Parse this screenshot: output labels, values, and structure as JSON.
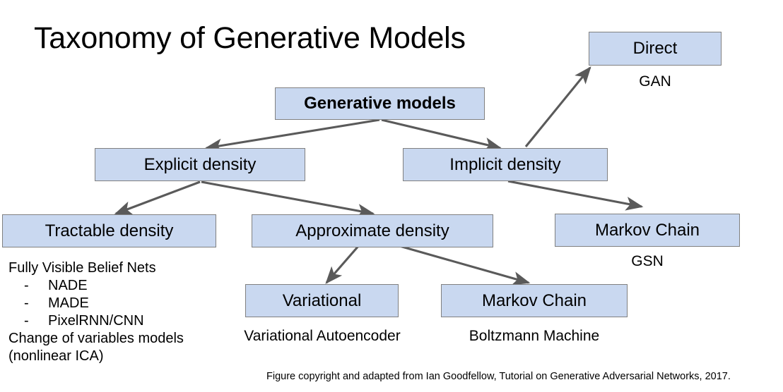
{
  "slide": {
    "title": "Taxonomy of Generative Models",
    "background_color": "#ffffff",
    "node_fill_color": "#c9d8f0",
    "node_border_color": "#808080",
    "arrow_color": "#5a5a5a"
  },
  "nodes": {
    "root": {
      "label": "Generative models"
    },
    "explicit": {
      "label": "Explicit density"
    },
    "implicit": {
      "label": "Implicit density"
    },
    "direct": {
      "label": "Direct"
    },
    "tractable": {
      "label": "Tractable density"
    },
    "approximate": {
      "label": "Approximate density"
    },
    "markov_right": {
      "label": "Markov Chain"
    },
    "variational": {
      "label": "Variational"
    },
    "markov_bottom": {
      "label": "Markov Chain"
    }
  },
  "captions": {
    "direct": "GAN",
    "markov_right": "GSN",
    "variational": "Variational Autoencoder",
    "markov_bottom": "Boltzmann Machine"
  },
  "tractable_examples": {
    "heading": "Fully Visible Belief Nets",
    "bullet_marker": "-",
    "items": [
      "NADE",
      "MADE",
      "PixelRNN/CNN"
    ],
    "extra_line_1": "Change of variables models",
    "extra_line_2": "(nonlinear ICA)"
  },
  "footnote": "Figure copyright and adapted from Ian Goodfellow, Tutorial on Generative Adversarial Networks, 2017."
}
